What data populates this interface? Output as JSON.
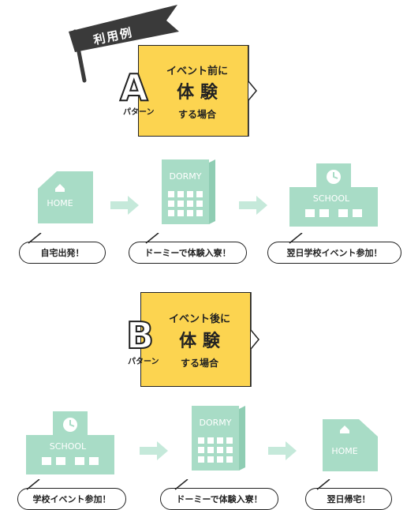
{
  "flag": {
    "label": "利用例"
  },
  "pattern_a": {
    "letter": "A",
    "pattern_label": "パターン",
    "line1": "イベント前に",
    "line2": "体 験",
    "line3": "する場合",
    "steps": [
      {
        "building": "HOME",
        "caption": "自宅出発！"
      },
      {
        "building": "DORMY",
        "caption": "ドーミーで体験入寮！"
      },
      {
        "building": "SCHOOL",
        "caption": "翌日学校イベント参加！"
      }
    ]
  },
  "pattern_b": {
    "letter": "B",
    "pattern_label": "パターン",
    "line1": "イベント後に",
    "line2": "体 験",
    "line3": "する場合",
    "steps": [
      {
        "building": "SCHOOL",
        "caption": "学校イベント参加！"
      },
      {
        "building": "DORMY",
        "caption": "ドーミーで体験入寮！"
      },
      {
        "building": "HOME",
        "caption": "翌日帰宅！"
      }
    ]
  },
  "colors": {
    "building": "#a8dcc6",
    "arrow": "#c5e9da",
    "yellow": "#fcd450",
    "flag": "#3a3a3a"
  }
}
